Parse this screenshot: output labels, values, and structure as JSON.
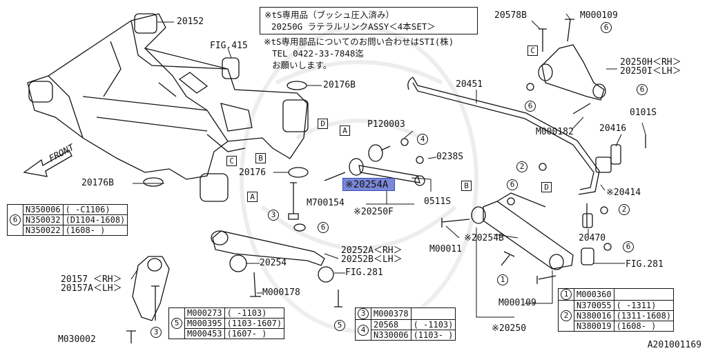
{
  "note": {
    "line1": "※tS専用品（ブッシュ圧入済み）",
    "line2": "20250G ラテラルリンクASSY＜4本SET＞",
    "line3": "※tS専用部品についてのお問い合わせはSTI(株)",
    "line4": "TEL 0422-33-7848迄",
    "line5": "お願いします。"
  },
  "labels": {
    "p20152": "20152",
    "fig415": "FIG.415",
    "p20176B_top": "20176B",
    "p20176B_left": "20176B",
    "p20176": "20176",
    "p20451": "20451",
    "p20578B": "20578B",
    "m000109_top": "M000109",
    "p20250H": "20250H＜RH＞",
    "p20250I": "20250I＜LH＞",
    "m000182": "M000182",
    "p0101S": "0101S",
    "p20416": "20416",
    "p20414": "※20414",
    "p120003": "P120003",
    "p0238S": "0238S",
    "p20254A": "※20254A",
    "m700154": "M700154",
    "p20250F": "※20250F",
    "p0511S": "0511S",
    "p20254B": "※20254B",
    "m00011": "M00011",
    "p20470": "20470",
    "fig281_right": "FIG.281",
    "p20252A": "20252A＜RH＞",
    "p20252B": "20252B＜LH＞",
    "p20254": "20254",
    "fig281_mid": "FIG.281",
    "m000178": "M000178",
    "p20157": "20157 ＜RH＞",
    "p20157A": "20157A＜LH＞",
    "m030002": "M030002",
    "m000109_bottom": "M000109",
    "p20250": "※20250",
    "front": "FRONT",
    "ref": "A201001169"
  },
  "callouts": {
    "A": "A",
    "B": "B",
    "C": "C",
    "D": "D",
    "c1": "1",
    "c2": "2",
    "c3": "3",
    "c4": "4",
    "c5": "5",
    "c6": "6"
  },
  "tables": {
    "t6": {
      "num": "6",
      "rows": [
        {
          "part": "N350006",
          "range": "(      -C1106)"
        },
        {
          "part": "N350032",
          "range": "(D1104-1608)"
        },
        {
          "part": "N350022",
          "range": "(1608-      )"
        }
      ]
    },
    "t5": {
      "num": "5",
      "rows": [
        {
          "part": "M000273",
          "range": "(      -1103)"
        },
        {
          "part": "M000395",
          "range": "(1103-1607)"
        },
        {
          "part": "M000453",
          "range": "(1607-      )"
        }
      ]
    },
    "t34": {
      "rows": [
        {
          "num": "3",
          "part": "M000378",
          "range": ""
        },
        {
          "num": "4",
          "part": "20568",
          "range": "(      -1103)"
        },
        {
          "num": "",
          "part": "N330006",
          "range": "(1103-      )"
        }
      ]
    },
    "t12": {
      "rows": [
        {
          "num": "1",
          "part": "M000360",
          "range": ""
        },
        {
          "num": "2",
          "part": "N370055",
          "range": "(      -1311)"
        },
        {
          "num": "",
          "part": "N380016",
          "range": "(1311-1608)"
        },
        {
          "num": "",
          "part": "N380019",
          "range": "(1608-      )"
        }
      ]
    }
  }
}
